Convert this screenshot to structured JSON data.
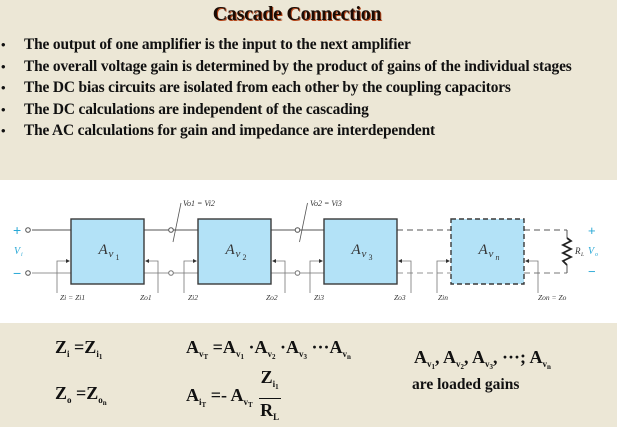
{
  "title": "Cascade Connection",
  "bullets": [
    "The output of one amplifier is the input to the next amplifier",
    "The overall voltage gain is determined by the product of gains of the individual stages",
    "The DC bias circuits are isolated from each other by the coupling capacitors",
    "The DC calculations are independent of the cascading",
    "The AC calculations for gain and impedance are interdependent"
  ],
  "bullet_glyph": "•",
  "diagram": {
    "colors": {
      "block_fill": "#b3e2f7",
      "block_stroke": "#3a3a3a",
      "wire": "#555555",
      "accent": "#29a8d6"
    },
    "input": {
      "plus": "+",
      "minus": "−",
      "label": "V",
      "label_sub": "i"
    },
    "output": {
      "plus": "+",
      "minus": "−",
      "label": "V",
      "label_sub": "o",
      "load": "R",
      "load_sub": "L"
    },
    "blocks": [
      {
        "label": "A",
        "sub": "v",
        "subsub": "1",
        "dashed": false
      },
      {
        "label": "A",
        "sub": "v",
        "subsub": "2",
        "dashed": false
      },
      {
        "label": "A",
        "sub": "v",
        "subsub": "3",
        "dashed": false
      },
      {
        "label": "A",
        "sub": "v",
        "subsub": "n",
        "dashed": true
      }
    ],
    "node_labels": [
      "Vo1 = Vi2",
      "Vo2 = Vi3"
    ],
    "impedance_labels": [
      "Zi = Zi1",
      "Zo1",
      "Zi2",
      "Zo2",
      "Zi3",
      "Zo3",
      "Zin",
      "Zon = Zo"
    ]
  },
  "equations": {
    "zi": {
      "lhs": "Z",
      "lhs_sub": "i",
      "eq": " =",
      "rhs": "Z",
      "rhs_sub": "i",
      "rhs_subsub": "1"
    },
    "zo": {
      "lhs": "Z",
      "lhs_sub": "o",
      "eq": " =",
      "rhs": "Z",
      "rhs_sub": "o",
      "rhs_subsub": "n"
    },
    "av": {
      "text": "A_vT = A_v1 · A_v2 · A_v3 ··· A_vn"
    },
    "ai": {
      "text": "A_iT = - A_vT · Z_i1 / R_L"
    },
    "loaded": {
      "text": "A_v1 , A_v2 , A_v3 , ···; A_vn"
    }
  },
  "note": "are loaded gains"
}
